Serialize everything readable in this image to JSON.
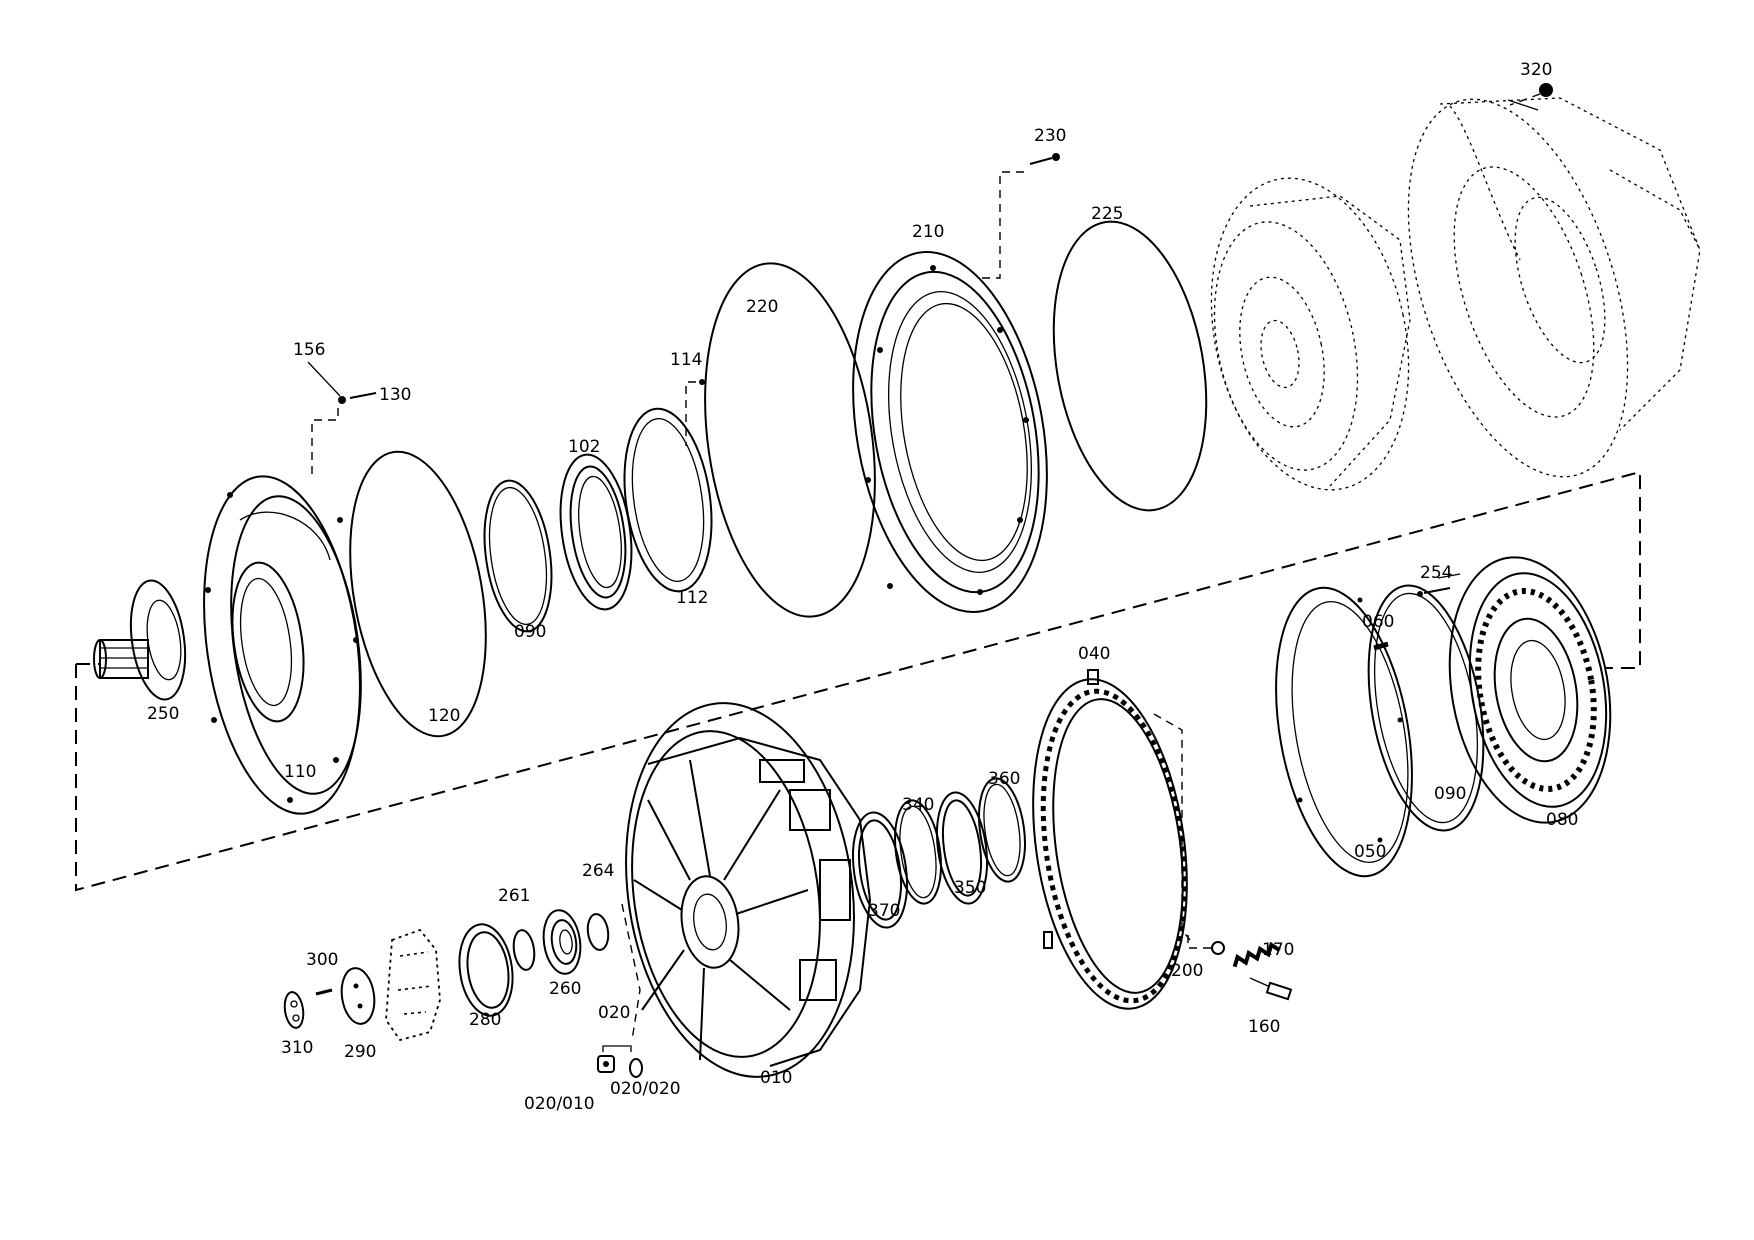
{
  "labels": {
    "p010": "010",
    "p020": "020",
    "p020_010": "020/010",
    "p020_020": "020/020",
    "p040": "040",
    "p050": "050",
    "p060": "060",
    "p080": "080",
    "p090_upper": "090",
    "p090_lower": "090",
    "p102": "102",
    "p110": "110",
    "p112": "112",
    "p114": "114",
    "p120": "120",
    "p130": "130",
    "p156": "156",
    "p160": "160",
    "p170": "170",
    "p200": "200",
    "p210": "210",
    "p220": "220",
    "p225": "225",
    "p230": "230",
    "p250": "250",
    "p254": "254",
    "p260": "260",
    "p261": "261",
    "p264": "264",
    "p280": "280",
    "p290": "290",
    "p300": "300",
    "p310": "310",
    "p320": "320",
    "p340": "340",
    "p350": "350",
    "p360": "360",
    "p370": "370"
  }
}
